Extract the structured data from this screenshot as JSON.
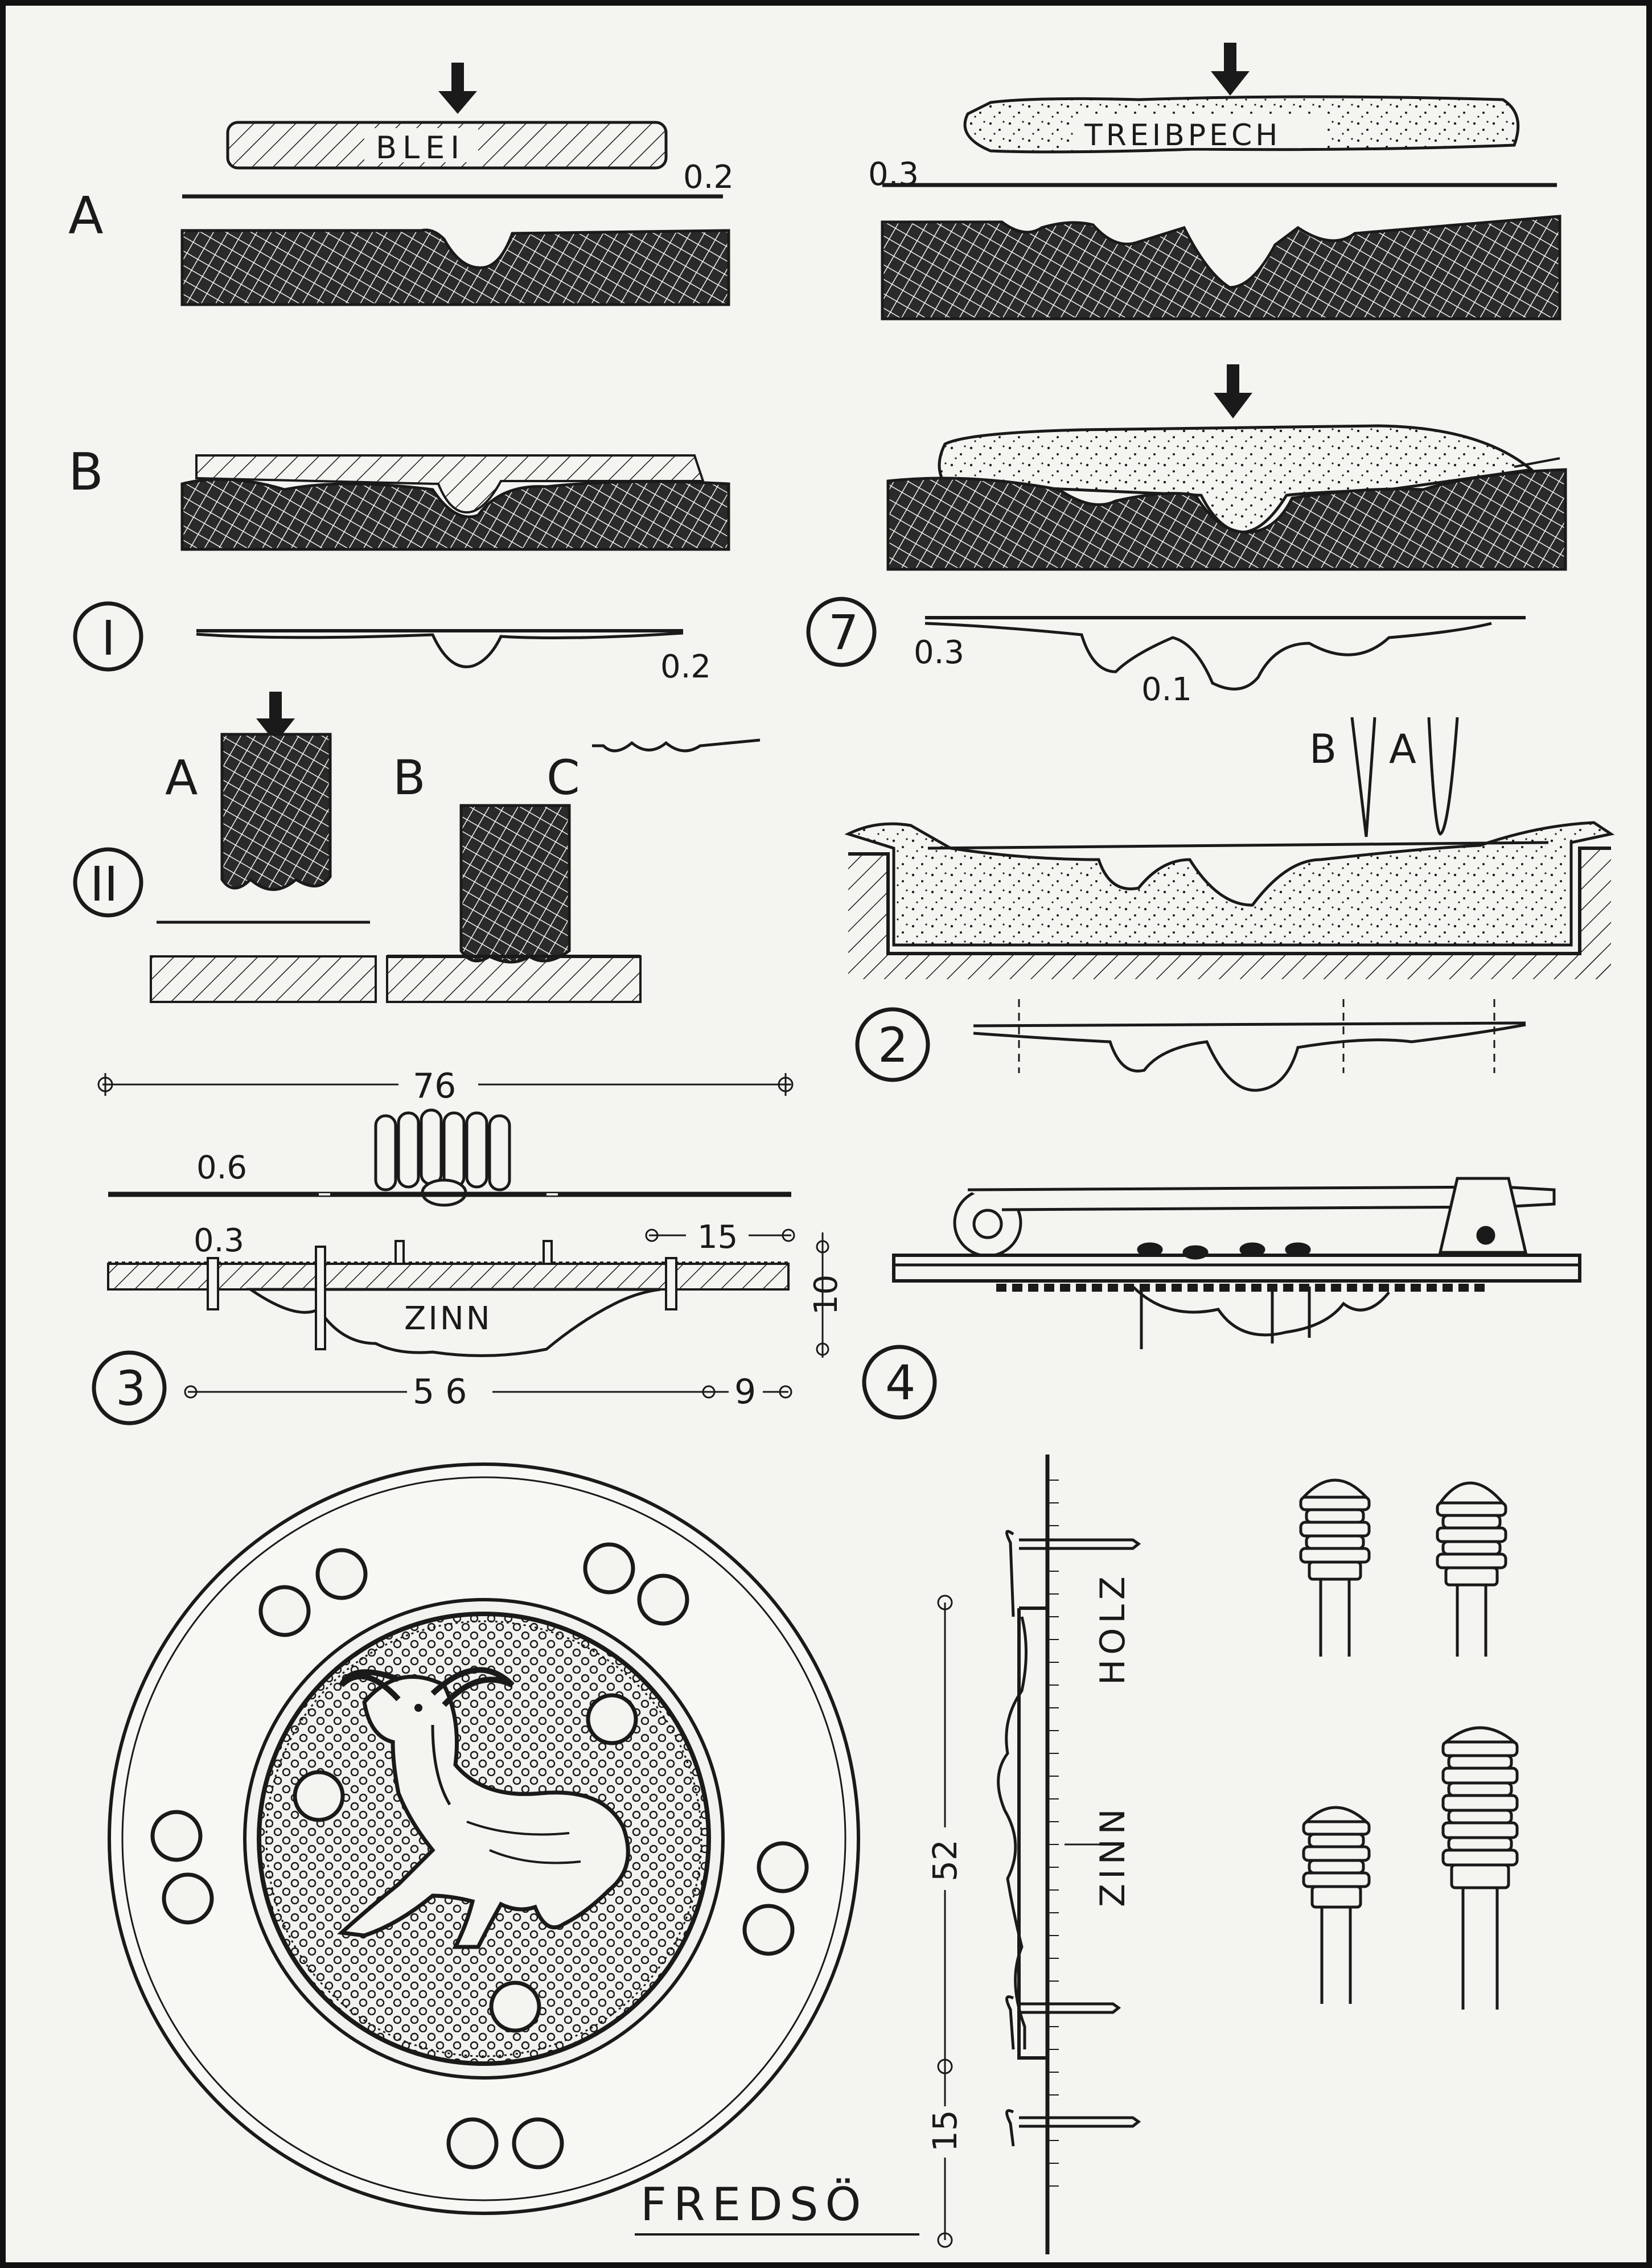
{
  "labels": {
    "row_a": "A",
    "row_b": "B",
    "blei": "BLEI",
    "treibpech": "TREIBPECH",
    "dim_02_top": "0.2",
    "dim_03_top": "0.3",
    "roman_1": "I",
    "dim_02_mid": "0.2",
    "fig7": "7",
    "dim_03_mid": "0.3",
    "dim_01_mid": "0.1",
    "roman_2": "II",
    "sub_a": "A",
    "sub_b": "B",
    "sub_c": "C",
    "tool_b": "B",
    "tool_a": "A",
    "fig2": "2",
    "dim_76": "76",
    "dim_06": "0.6",
    "dim_03_low": "0.3",
    "dim_15": "15",
    "zinn_low": "ZINN",
    "dim_10": "10",
    "fig3": "3",
    "dim_56": "5 6",
    "dim_9": "9",
    "fig4": "4",
    "holz": "HOLZ",
    "zinn_side": "ZINN",
    "dim_52": "52",
    "dim_15_side": "15",
    "fredso": "FREDSÖ"
  },
  "colors": {
    "ink": "#1a1a1a",
    "paper": "#f4f4f1",
    "frame": "#111111"
  }
}
